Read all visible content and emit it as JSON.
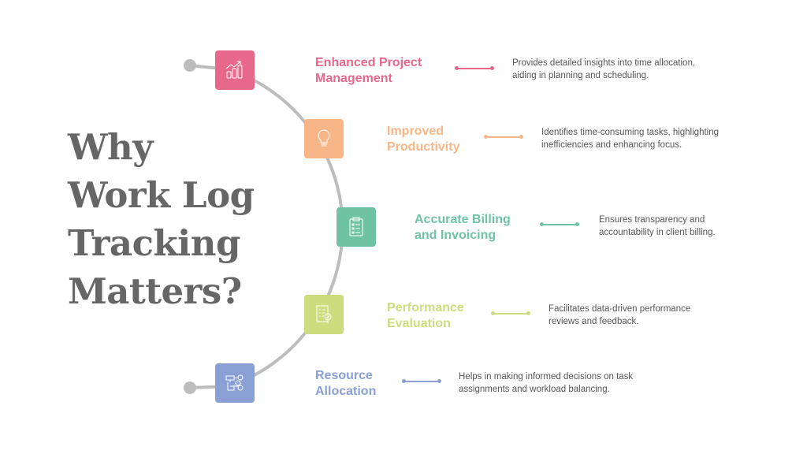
{
  "heading": [
    "Why",
    "Work Log",
    "Tracking",
    "Matters?"
  ],
  "items": [
    {
      "title": [
        "Enhanced Project",
        "Management"
      ],
      "desc": [
        "Provides detailed insights into time allocation,",
        "aiding in planning and scheduling."
      ],
      "color": "#E8688B",
      "icon": "chart-growth-icon"
    },
    {
      "title": [
        "Improved",
        "Productivity"
      ],
      "desc": [
        "Identifies time-consuming tasks, highlighting",
        "inefficiencies and enhancing focus."
      ],
      "color": "#F7B688",
      "icon": "lightbulb-icon"
    },
    {
      "title": [
        "Accurate Billing",
        "and Invoicing"
      ],
      "desc": [
        "Ensures transparency and",
        "accountability in client billing."
      ],
      "color": "#6FC3A4",
      "icon": "clipboard-checklist-icon"
    },
    {
      "title": [
        "Performance",
        "Evaluation"
      ],
      "desc": [
        "Facilitates data-driven performance",
        "reviews and feedback."
      ],
      "color": "#CDDC7D",
      "icon": "review-magnifier-icon"
    },
    {
      "title": [
        "Resource",
        "Allocation"
      ],
      "desc": [
        "Helps in making informed decisions on task",
        "assignments and workload balancing."
      ],
      "color": "#8A9FD4",
      "icon": "resource-assignment-icon"
    }
  ]
}
